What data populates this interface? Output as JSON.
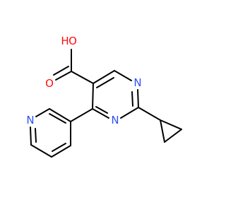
{
  "molecule": {
    "atom_labels": {
      "oh_h": "H",
      "oh_o": "O",
      "carbonyl_o": "O",
      "pyrimidine_n1": "N",
      "pyrimidine_n3": "N",
      "pyridine_n": "N"
    },
    "colors": {
      "bond": "#000000",
      "oxygen": "#ff0d0d",
      "nitrogen": "#3050f8"
    }
  }
}
